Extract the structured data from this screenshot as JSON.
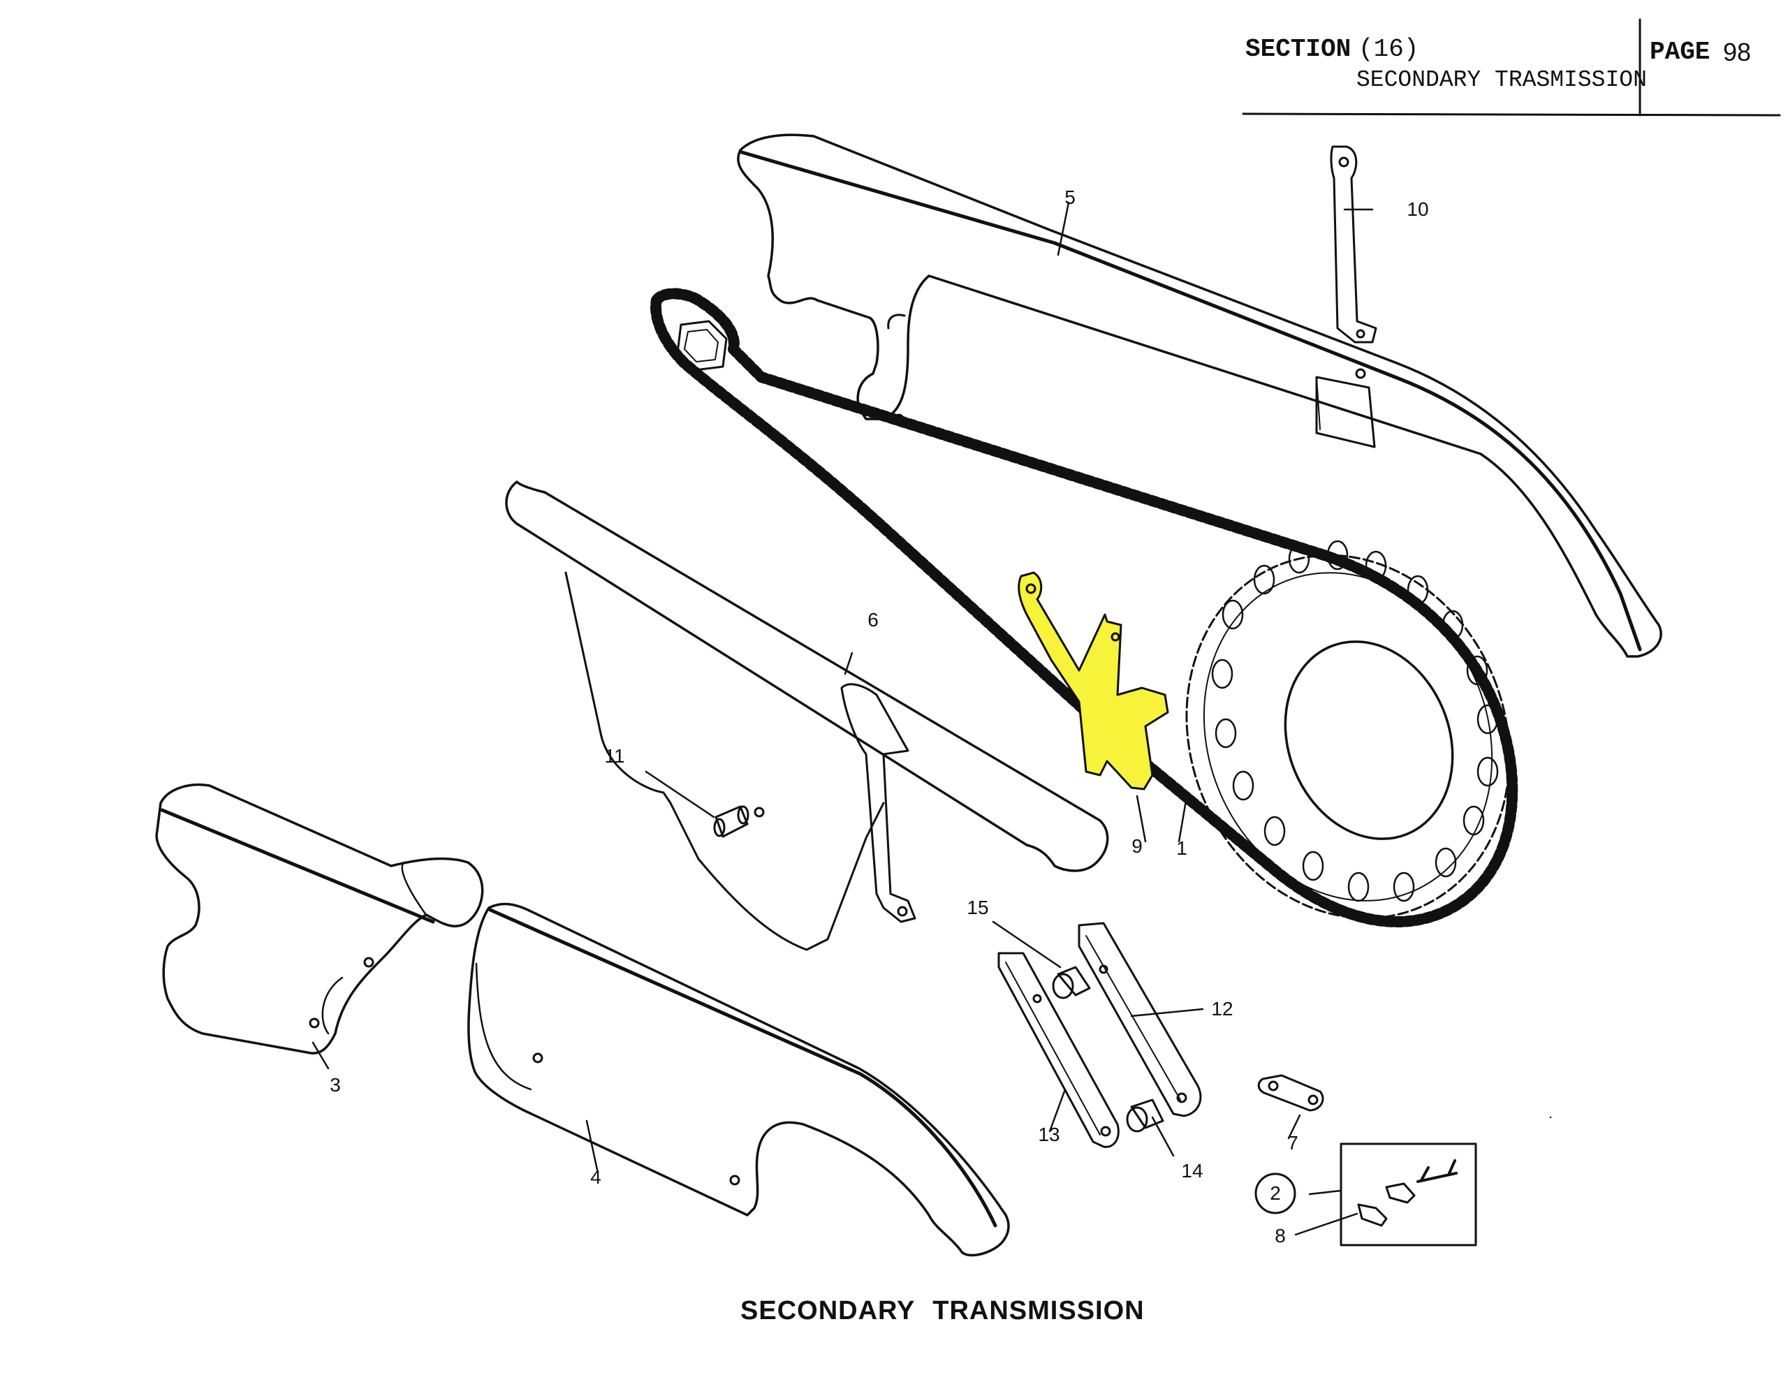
{
  "header": {
    "section_label": "SECTION",
    "section_number": "(16)",
    "section_title": "SECONDARY TRASMISSION",
    "page_label": "PAGE",
    "page_number": "98"
  },
  "title": "SECONDARY TRANSMISSION",
  "highlight_color": "#f7f23a",
  "parts": {
    "p1": "1",
    "p2": "2",
    "p3": "3",
    "p4": "4",
    "p5": "5",
    "p6": "6",
    "p7": "7",
    "p8": "8",
    "p9": "9",
    "p10": "10",
    "p11": "11",
    "p12": "12",
    "p13": "13",
    "p14": "14",
    "p15": "15"
  }
}
